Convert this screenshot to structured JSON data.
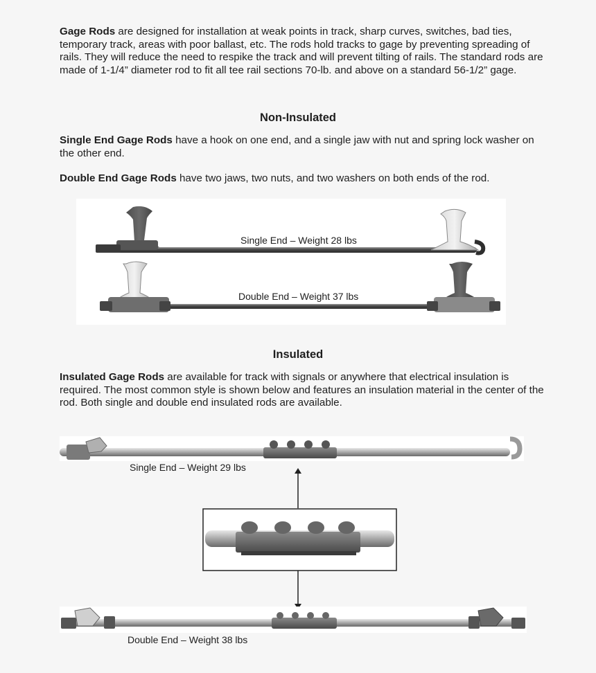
{
  "intro": {
    "lead": "Gage Rods",
    "text": " are designed for installation at weak points in track, sharp curves, switches, bad ties, temporary track, areas with poor ballast, etc. The rods hold tracks to gage by preventing spreading of rails. They will reduce the need to respike the track and will prevent tilting of rails. The standard rods are made of 1-1/4” diameter rod to fit all tee rail sections 70-lb. and above on a standard 56-1/2” gage."
  },
  "non_insulated": {
    "heading": "Non-Insulated",
    "single": {
      "lead": "Single End Gage Rods",
      "text": " have a hook on one end, and a single jaw with nut and spring lock washer on the other end."
    },
    "double": {
      "lead": "Double End Gage Rods",
      "text": " have two jaws, two nuts, and two washers on both ends of the rod."
    },
    "captions": {
      "single": "Single End – Weight 28 lbs",
      "double": "Double End – Weight 37 lbs"
    }
  },
  "insulated": {
    "heading": "Insulated",
    "lead": "Insulated Gage Rods",
    "text": " are available for track with signals or anywhere that electrical insulation is required. The most common style is shown below and features an insulation material in the center of the rod. Both single and double end insulated rods are available.",
    "captions": {
      "single": "Single End – Weight 29 lbs",
      "double": "Double End – Weight 38 lbs"
    }
  }
}
